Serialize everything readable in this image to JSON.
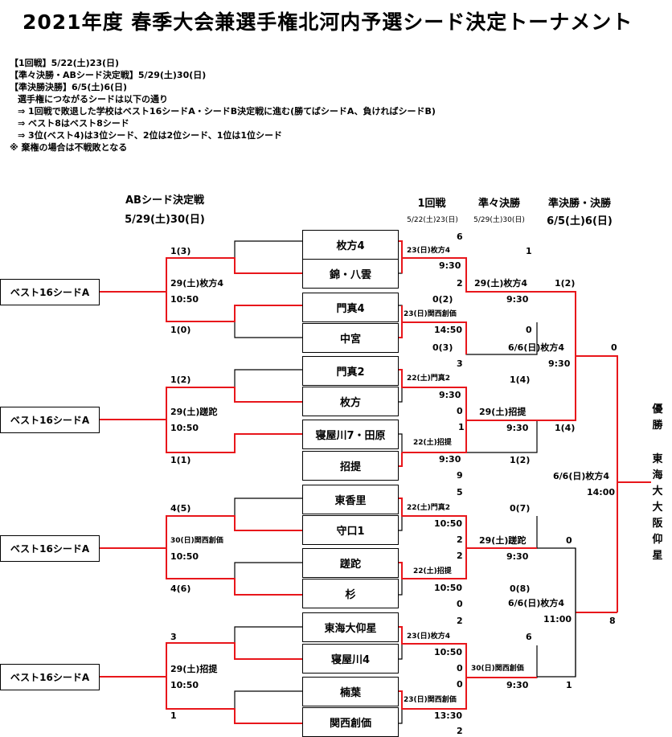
{
  "title": "2021年度 春季大会兼選手権北河内予選シード決定トーナメント",
  "notes": [
    "【1回戦】5/22(土)23(日)",
    "【準々決勝・ABシード決定戦】5/29(土)30(日)",
    "【準決勝決勝】6/5(土)6(日)",
    "選手権につながるシードは以下の通り",
    "⇒ 1回戦で敗退した学校はベスト16シードA・シードB決定戦に進む(勝てばシードA、負ければシードB)",
    "⇒ ベスト8はベスト8シード",
    "⇒ 3位(ベスト4)は3位シード、2位は2位シード、1位は1位シード",
    "※ 棄権の場合は不戦敗となる"
  ],
  "headers": {
    "ab_title": "ABシード決定戦",
    "ab_date": "5/29(土)30(日)",
    "r1_title": "1回戦",
    "r1_date": "5/22(土)23(日)",
    "qf_title": "準々決勝",
    "qf_date": "5/29(土)30(日)",
    "sf_title": "準決勝・決勝",
    "sf_date": "6/5(土)6(日)"
  },
  "teams": [
    "枚方4",
    "錦・八雲",
    "門真4",
    "中宮",
    "門真2",
    "枚方",
    "寝屋川7・田原",
    "招提",
    "東香里",
    "守口1",
    "蹉跎",
    "杉",
    "東海大仰星",
    "寝屋川4",
    "楠葉",
    "関西創価"
  ],
  "seeds": [
    "ベスト16シードA",
    "ベスト16シードA",
    "ベスト16シードA",
    "ベスト16シードA"
  ],
  "ab_games": [
    {
      "top": "1(3)",
      "bot": "1(0)",
      "info": "29(土)枚方4",
      "time": "10:50"
    },
    {
      "top": "1(2)",
      "bot": "1(1)",
      "info": "29(土)蹉跎",
      "time": "10:50"
    },
    {
      "top": "4(5)",
      "bot": "4(6)",
      "info": "30(日)関西創価",
      "time": "10:50"
    },
    {
      "top": "3",
      "bot": "1",
      "info": "29(土)招提",
      "time": "10:50"
    }
  ],
  "r1_games": [
    {
      "top": "6",
      "bot": "2",
      "info": "23(日)枚方4",
      "time": "9:30"
    },
    {
      "top": "0(2)",
      "bot": "0(3)",
      "info": "23(日)関西創価",
      "time": "14:50"
    },
    {
      "top": "3",
      "bot": "0",
      "info": "22(土)門真2",
      "time": "9:30"
    },
    {
      "top": "1",
      "bot": "9",
      "info": "22(土)招提",
      "time": "9:30"
    },
    {
      "top": "5",
      "bot": "2",
      "info": "22(土)門真2",
      "time": "10:50"
    },
    {
      "top": "2",
      "bot": "0",
      "info": "22(土)招提",
      "time": "10:50"
    },
    {
      "top": "2",
      "bot": "0",
      "info": "23(日)枚方4",
      "time": "10:50"
    },
    {
      "top": "0",
      "bot": "2",
      "info": "23(日)関西創価",
      "time": "13:30"
    }
  ],
  "qf_games": [
    {
      "top": "1",
      "bot": "0",
      "info": "29(土)枚方4",
      "time": "9:30"
    },
    {
      "top": "1(4)",
      "bot": "1(2)",
      "info": "29(土)招提",
      "time": "9:30"
    },
    {
      "top": "0(7)",
      "bot": "0(8)",
      "info": "29(土)蹉跎",
      "time": "9:30"
    },
    {
      "top": "6",
      "bot": "1",
      "info": "30(日)関西創価",
      "time": "9:30"
    }
  ],
  "sf_games": [
    {
      "top": "1(2)",
      "bot": "1(4)",
      "info": "6/6(日)枚方4",
      "time": "9:30"
    },
    {
      "top": "0",
      "bot": "",
      "info": "6/6(日)枚方4",
      "time": "11:00"
    }
  ],
  "final_game": {
    "top": "0",
    "bot": "8",
    "info": "6/6(日)枚方4",
    "time": "14:00"
  },
  "champion_label": "優勝",
  "champion": "東海大大阪仰星",
  "colors": {
    "win_line": "#e8161b",
    "line": "#000000"
  }
}
